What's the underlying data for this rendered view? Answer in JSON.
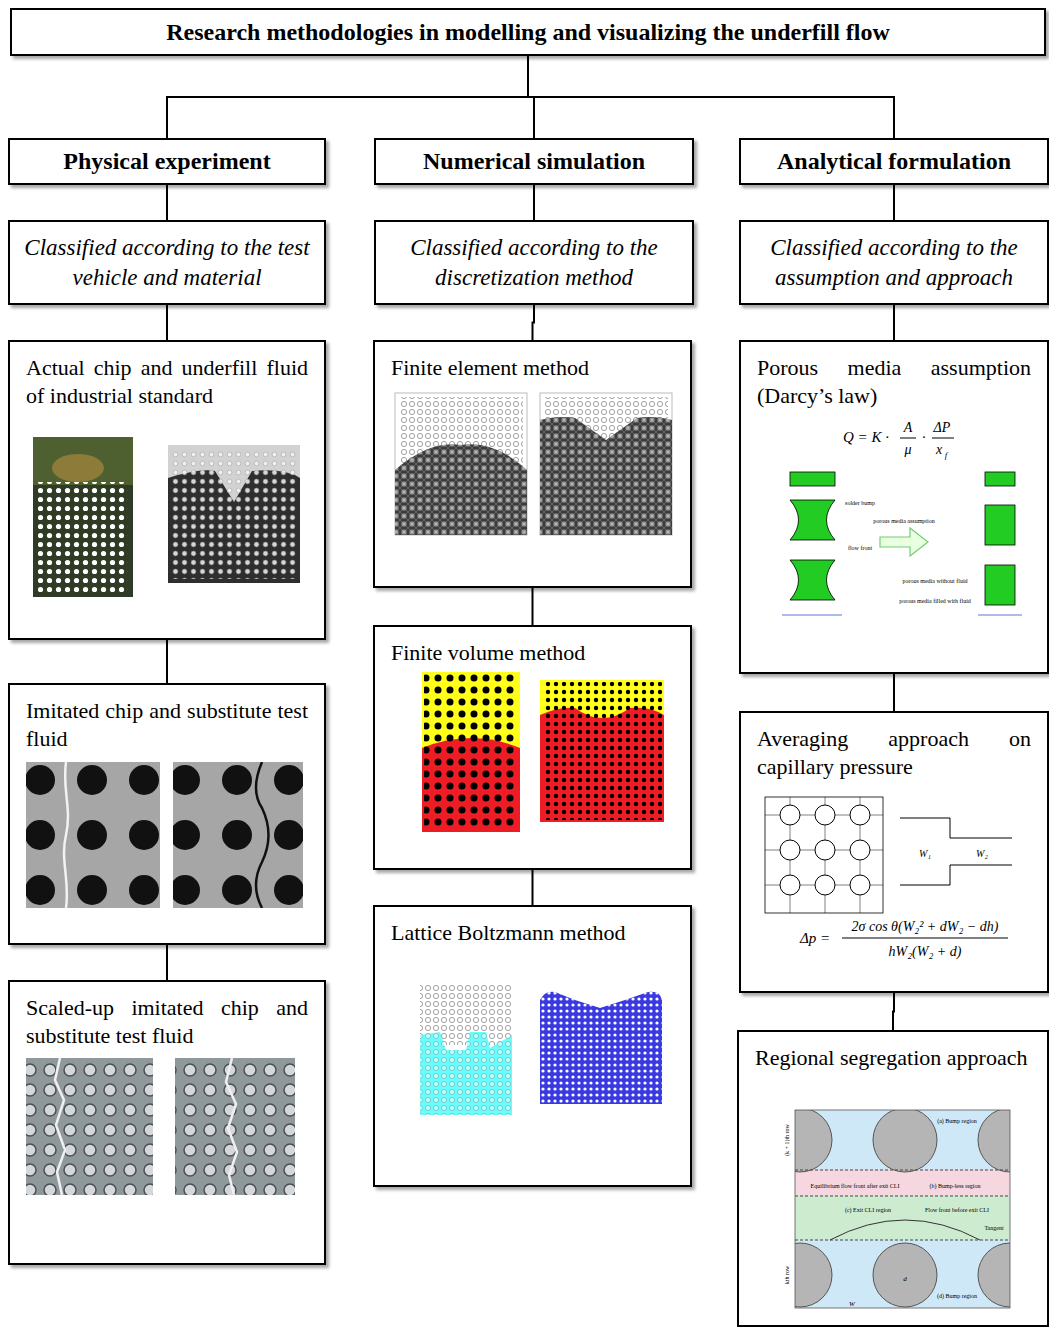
{
  "diagram": {
    "nodes": [
      {
        "text": [
          "Research methodologies in modelling and visualizing the underfill flow"
        ]
      },
      {
        "text": [
          "Physical experiment"
        ]
      },
      {
        "text": [
          "Numerical simulation"
        ]
      },
      {
        "text": [
          "Analytical formulation"
        ]
      },
      {
        "text": [
          "Classified according to the test vehicle and material"
        ]
      },
      {
        "text": [
          "Classified according to the discretization method"
        ]
      },
      {
        "text": [
          "Classified according to the assumption and approach"
        ]
      },
      {
        "text": [
          "Actual chip and underfill fluid of industrial standard"
        ]
      },
      {
        "text": [
          "Imitated chip and substitute test fluid"
        ]
      },
      {
        "text": [
          "Scaled-up imitated chip and substitute test fluid"
        ]
      },
      {
        "text": [
          "Finite element method"
        ]
      },
      {
        "text": [
          "Finite volume method"
        ]
      },
      {
        "text": [
          "Lattice Boltzmann method"
        ]
      },
      {
        "text": [
          "Porous media assumption (Darcy’s law)"
        ]
      },
      {
        "text": [
          "Averaging approach on capillary pressure"
        ]
      },
      {
        "text": [
          "Regional segregation approach"
        ]
      }
    ],
    "edges": [
      {
        "from": 0,
        "to": 1,
        "arrow": "none"
      },
      {
        "from": 0,
        "to": 2,
        "arrow": "none"
      },
      {
        "from": 0,
        "to": 3,
        "arrow": "none"
      },
      {
        "from": 1,
        "to": 4,
        "arrow": "none"
      },
      {
        "from": 2,
        "to": 5,
        "arrow": "none"
      },
      {
        "from": 3,
        "to": 6,
        "arrow": "none"
      },
      {
        "from": 4,
        "to": 7,
        "arrow": "none"
      },
      {
        "from": 7,
        "to": 8,
        "arrow": "none"
      },
      {
        "from": 8,
        "to": 9,
        "arrow": "none"
      },
      {
        "from": 5,
        "to": 10,
        "arrow": "none"
      },
      {
        "from": 10,
        "to": 11,
        "arrow": "none"
      },
      {
        "from": 11,
        "to": 12,
        "arrow": "none"
      },
      {
        "from": 6,
        "to": 13,
        "arrow": "none"
      },
      {
        "from": 13,
        "to": 14,
        "arrow": "none"
      },
      {
        "from": 14,
        "to": 15,
        "arrow": "none"
      }
    ],
    "labels": [
      "Q = K ·",
      "A",
      "μ",
      "·",
      "ΔP",
      "x",
      "f",
      "solder bump",
      "flow front",
      "porous media assumption",
      "porous media without fluid",
      "porous media filled with fluid",
      "W₁",
      "W₂",
      "Δp =",
      "2σ cos θ(W₂² + dW₂ − dh)",
      "hW₂(W₂ + d)",
      "(a) Bump region",
      "(b) Bump-less region",
      "(c) Exit CLI region",
      "(d) Bump region",
      "Equilibrium flow front after exit CLI",
      "Flow front before exit CLI",
      "Tangent",
      "(k + 1)th row",
      "kth row",
      "W",
      "d"
    ]
  }
}
